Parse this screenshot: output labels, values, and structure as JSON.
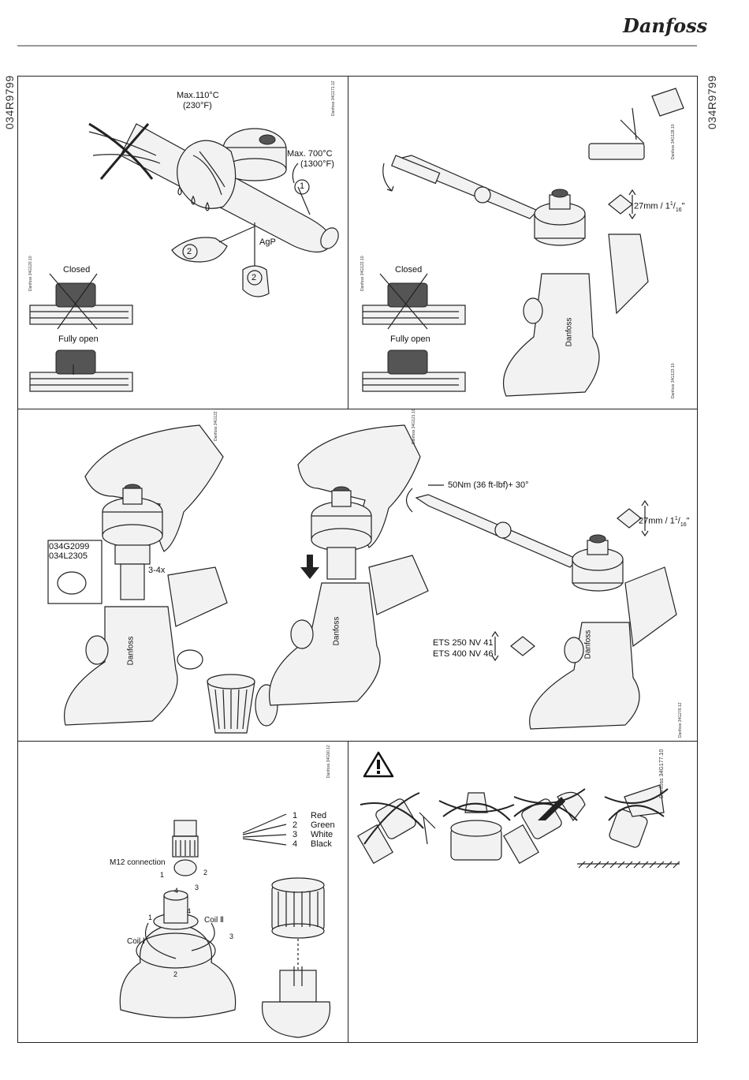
{
  "header": {
    "brand": "Danfoss"
  },
  "doc_number": "034R9799",
  "panel1": {
    "temp_valve": "Max.110°C",
    "temp_valve_f": "(230°F)",
    "temp_pipe": "Max. 700°C",
    "temp_pipe_f": "(1300°F)",
    "step_1": "1",
    "step_2a": "2",
    "step_2b": "2",
    "solder": "AgP",
    "closed": "Closed",
    "fully_open": "Fully open",
    "code_side": "Danfoss 34G171.12",
    "code_inset": "Danfoss 34G120.10"
  },
  "panel2": {
    "hex_size": "27mm / 1",
    "hex_frac_num": "1",
    "hex_frac_den": "16",
    "hex_end": "\"",
    "closed": "Closed",
    "fully_open": "Fully open",
    "valve_brand": "Danfoss",
    "code_top": "Danfoss 34G128.10",
    "code_inset": "Danfoss 34G122.10",
    "code_bottom": "Danfoss 34G123.10"
  },
  "panel3": {
    "part_1": "034G2099",
    "part_2": "034L2305",
    "turns": "3-4x",
    "torque": "50Nm (36 ft-lbf)+ 30°",
    "hex_size": "27mm / 1",
    "hex_frac_num": "1",
    "hex_frac_den": "16",
    "hex_end": "\"",
    "ets_250": "ETS 250 NV 41",
    "ets_400": "ETS 400 NV 46",
    "valve_brand": "Danfoss",
    "code_a": "Danfoss 34G122",
    "code_b": "Danfoss 34G121.10",
    "code_c": "Danfoss 34G276.12"
  },
  "panel4": {
    "wires": [
      {
        "num": "1",
        "color": "Red"
      },
      {
        "num": "2",
        "color": "Green"
      },
      {
        "num": "3",
        "color": "White"
      },
      {
        "num": "4",
        "color": "Black"
      }
    ],
    "m12": "M12 connection",
    "pin_1": "1",
    "pin_2": "2",
    "pin_3": "3",
    "pin_4": "4",
    "coil_1": "Coil Ⅰ",
    "coil_2": "Coil Ⅱ",
    "c_pin_1": "1",
    "c_pin_2": "2",
    "c_pin_3": "3",
    "c_pin_4": "4",
    "code": "Danfoss 34G90.12"
  },
  "panel5": {
    "warning_icon": "warning-triangle-icon",
    "code": "Danfoss 34G177.10"
  }
}
